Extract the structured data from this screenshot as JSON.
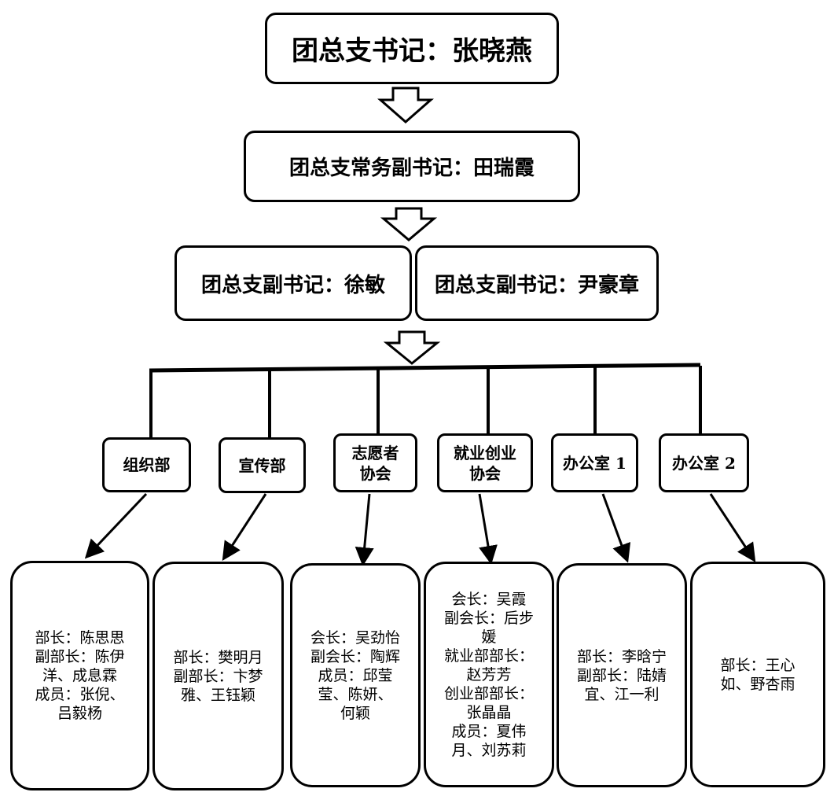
{
  "secretary": "团总支书记：张晓燕",
  "executive_deputy": "团总支常务副书记：田瑞霞",
  "deputies": [
    "团总支副书记：徐敏",
    "团总支副书记：尹豪章"
  ],
  "departments": [
    {
      "name": [
        "组织部"
      ],
      "members": [
        "部长：陈思思",
        "副部长：陈伊",
        "洋、成息霖",
        "成员：张倪、",
        "吕毅杨"
      ]
    },
    {
      "name": [
        "宣传部"
      ],
      "members": [
        "部长：樊明月",
        "副部长：卞梦",
        "雅、王钰颖"
      ]
    },
    {
      "name": [
        "志愿者",
        "协会"
      ],
      "members": [
        "会长：吴劲怡",
        "副会长：陶辉",
        "成员：邱莹",
        "莹、陈妍、",
        "何颖"
      ]
    },
    {
      "name": [
        "就业创业",
        "协会"
      ],
      "members": [
        "会长：吴霞",
        "副会长：后步",
        "媛",
        "就业部部长：",
        "赵芳芳",
        "创业部部长：",
        "张晶晶",
        "成员：夏伟",
        "月、刘苏莉"
      ]
    },
    {
      "name": [
        "办公室 1"
      ],
      "members": [
        "部长：李晗宁",
        "副部长：陆婧",
        "宜、江一利"
      ]
    },
    {
      "name": [
        "办公室 2"
      ],
      "members": [
        "部长：王心",
        "如、野杏雨"
      ]
    }
  ]
}
